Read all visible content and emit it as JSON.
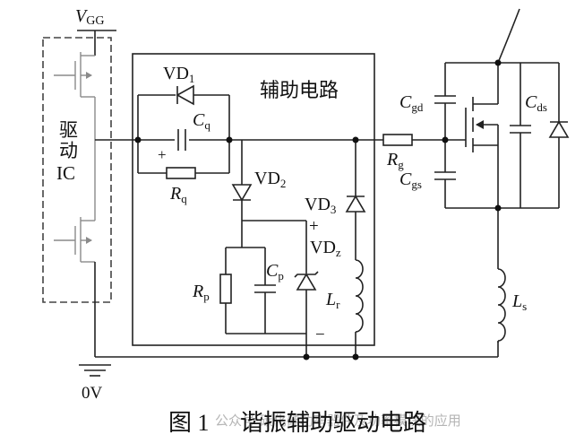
{
  "labels": {
    "vgg_main": "V",
    "vgg_sub": "GG",
    "driver_line1": "驱",
    "driver_line2": "动",
    "driver_line3": "IC",
    "ground": "0V",
    "aux_circuit": "辅助电路",
    "vd1_main": "VD",
    "vd1_sub": "1",
    "cq_main": "C",
    "cq_sub": "q",
    "plus_cq": "+",
    "rq_main": "R",
    "rq_sub": "q",
    "vd2_main": "VD",
    "vd2_sub": "2",
    "vd3_main": "VD",
    "vd3_sub": "3",
    "plus_vdz": "+",
    "vdz_main": "VD",
    "vdz_sub": "z",
    "minus_vdz": "−",
    "rp_main": "R",
    "rp_sub": "p",
    "cp_main": "C",
    "cp_sub": "p",
    "lr_main": "L",
    "lr_sub": "r",
    "rg_main": "R",
    "rg_sub": "g",
    "cgd_main": "C",
    "cgd_sub": "gd",
    "cgs_main": "C",
    "cgs_sub": "gs",
    "cds_main": "C",
    "cds_sub": "ds",
    "ls_main": "L",
    "ls_sub": "s"
  },
  "caption": {
    "figure_no": "图 1",
    "title": "谐振辅助驱动电路"
  },
  "watermark": "公众号·碳化硅功率器件及功率模块的应用"
}
